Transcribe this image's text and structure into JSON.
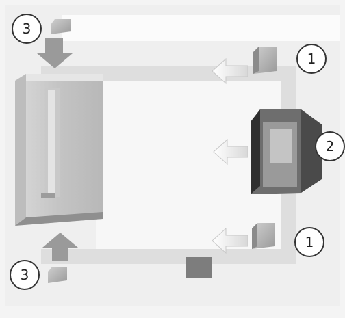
{
  "diagram": {
    "badges": [
      {
        "id": "top-left",
        "label": "3"
      },
      {
        "id": "top-right",
        "label": "1"
      },
      {
        "id": "center-right",
        "label": "2"
      },
      {
        "id": "bottom-right",
        "label": "1"
      },
      {
        "id": "bottom-left",
        "label": "3"
      }
    ]
  }
}
